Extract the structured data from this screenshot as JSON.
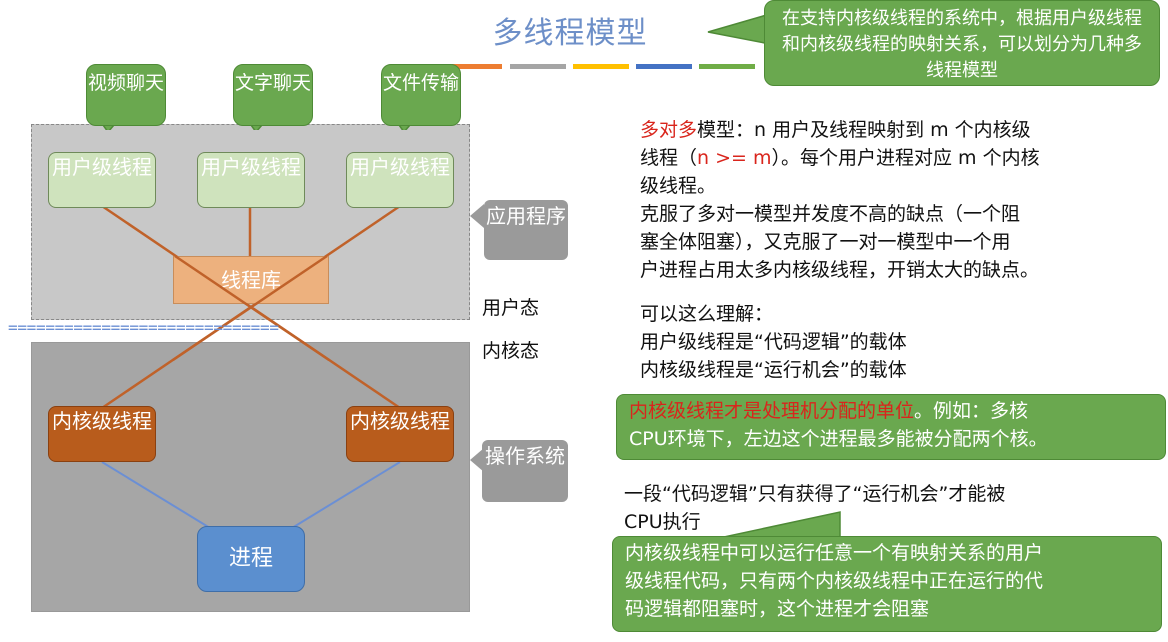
{
  "title": "多线程模型",
  "top_callout": "在支持内核级线程的系统中，根据用户级线程和内核级线程的映射关系，可以划分为几种多线程模型",
  "app_bubbles": [
    "视频聊天",
    "文字聊天",
    "文件传输"
  ],
  "user_threads": [
    "用户级线程",
    "用户级线程",
    "用户级线程"
  ],
  "thread_library": "线程库",
  "kernel_threads": [
    "内核级线程",
    "内核级线程"
  ],
  "process": "进程",
  "tag_application": "应用程序",
  "tag_os": "操作系统",
  "user_mode": "用户态",
  "kernel_mode": "内核态",
  "mode_divider": "=============================",
  "colors": {
    "accent_green": "#6aa84f",
    "kernel_orange": "#b85c1c",
    "process_blue": "#5b8fcf",
    "title_blue": "#6d8fc8",
    "highlight_red": "#d9251c"
  },
  "stripe_colors": [
    "#4472c4",
    "#ed7d31",
    "#a5a5a5",
    "#ffc000",
    "#4472c4",
    "#70ad47"
  ],
  "desc": {
    "model_name": "多对多",
    "line1_rest": "模型：n 用户及线程映射到 m 个内核级",
    "line2_pre": "线程（",
    "line2_red": "n >= m",
    "line2_post": "）。每个用户进程对应 m 个内核",
    "line3": "级线程。",
    "line4": "克服了多对一模型并发度不高的缺点（一个阻",
    "line5": "塞全体阻塞），又克服了一对一模型中一个用",
    "line6": "户进程占用太多内核级线程，开销太大的缺点。"
  },
  "understand": {
    "line1": "可以这么理解：",
    "line2": "用户级线程是“代码逻辑”的载体",
    "line3": "内核级线程是“运行机会”的载体"
  },
  "highlight_box": {
    "red": "内核级线程才是处理机分配的单位",
    "rest1": "。例如：多核",
    "line2": "CPU环境下，左边这个进程最多能被分配两个核。"
  },
  "segment": {
    "line1": "一段“代码逻辑”只有获得了“运行机会”才能被",
    "line2": "CPU执行"
  },
  "bottom_box": {
    "line1": "内核级线程中可以运行任意一个有映射关系的用户",
    "line2": "级线程代码，只有两个内核级线程中正在运行的代",
    "line3": "码逻辑都阻塞时，这个进程才会阻塞"
  }
}
